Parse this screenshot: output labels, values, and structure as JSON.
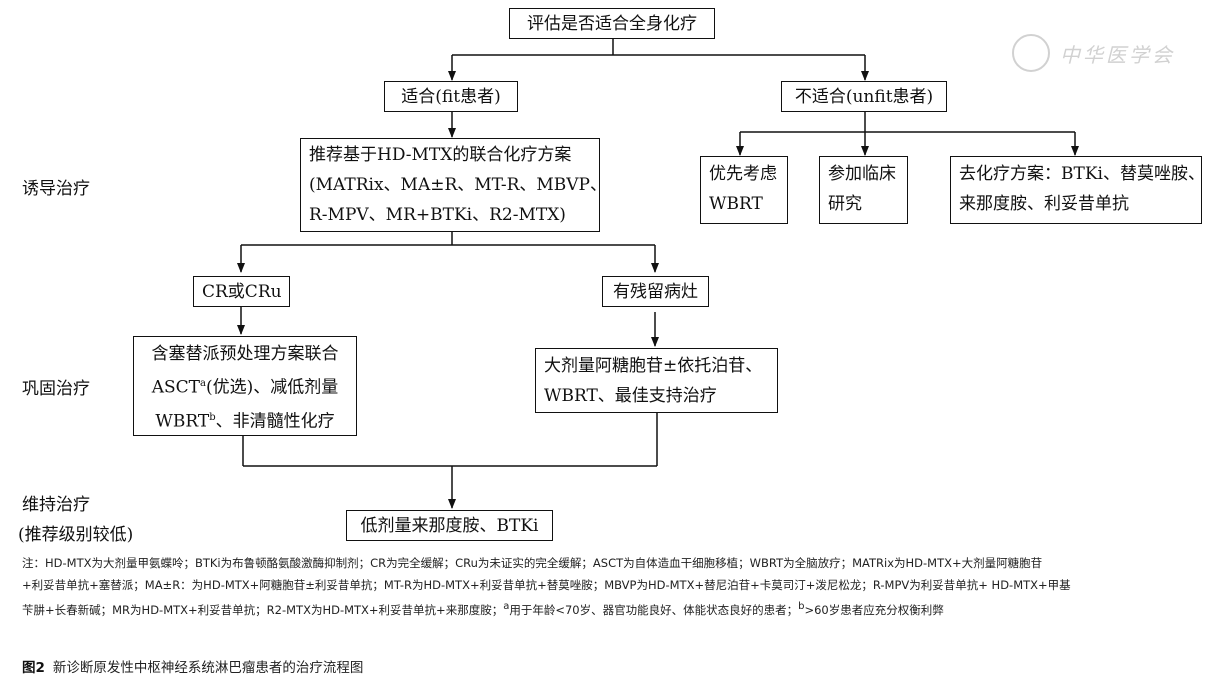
{
  "nodes": {
    "top": "评估是否适合全身化疗",
    "fit": "适合(fit患者)",
    "unfit": "不适合(unfit患者)",
    "induction": [
      "推荐基于HD-MTX的联合化疗方案",
      "(MATRix、MA±R、MT-R、MBVP、",
      "R-MPV、MR+BTKi、R2-MTX)"
    ],
    "wbrt": [
      "优先考虑",
      "WBRT"
    ],
    "trial": [
      "参加临床",
      "研究"
    ],
    "dechemo": [
      "去化疗方案：BTKi、替莫唑胺、",
      "来那度胺、利妥昔单抗"
    ],
    "cr": "CR或CRu",
    "residual": "有残留病灶",
    "consolidation_cr": {
      "line1": "含塞替派预处理方案联合",
      "line2_pre": "ASCT",
      "line2_sup": "a",
      "line2_post": "(优选)、减低剂量",
      "line3_pre": "WBRT",
      "line3_sup": "b",
      "line3_post": "、非清髓性化疗"
    },
    "consolidation_res": [
      "大剂量阿糖胞苷±依托泊苷、",
      "WBRT、最佳支持治疗"
    ],
    "maintenance": "低剂量来那度胺、BTKi"
  },
  "stages": {
    "induction": "诱导治疗",
    "consolidation": "巩固治疗",
    "maintenance": "维持治疗",
    "maintenance_note": "(推荐级别较低)"
  },
  "watermark": "中华医学会",
  "notes": {
    "line1": "注：HD-MTX为大剂量甲氨蝶呤；BTKi为布鲁顿酪氨酸激酶抑制剂；CR为完全缓解；CRu为未证实的完全缓解；ASCT为自体造血干细胞移植；WBRT为全脑放疗；MATRix为HD-MTX+大剂量阿糖胞苷",
    "line2": "+利妥昔单抗+塞替派；MA±R：为HD-MTX+阿糖胞苷±利妥昔单抗；MT-R为HD-MTX+利妥昔单抗+替莫唑胺；MBVP为HD-MTX+替尼泊苷+卡莫司汀+泼尼松龙；R-MPV为利妥昔单抗+ HD-MTX+甲基",
    "line3_pre": "苄肼+长春新碱；MR为HD-MTX+利妥昔单抗；R2-MTX为HD-MTX+利妥昔单抗+来那度胺；",
    "line3_sup_a": "a",
    "line3_mid": "用于年龄<70岁、器官功能良好、体能状态良好的患者；",
    "line3_sup_b": "b",
    "line3_post": ">60岁患者应充分权衡利弊"
  },
  "caption": {
    "label": "图2",
    "text": "新诊断原发性中枢神经系统淋巴瘤患者的治疗流程图"
  }
}
